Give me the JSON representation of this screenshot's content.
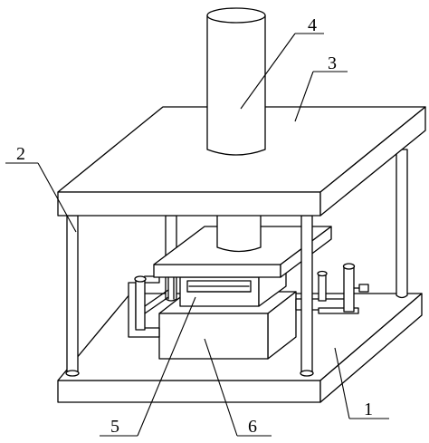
{
  "labels": {
    "base": "1",
    "left_column": "2",
    "top_plate": "3",
    "cylinder": "4",
    "upper_mold": "5",
    "lower_mold": "6"
  }
}
